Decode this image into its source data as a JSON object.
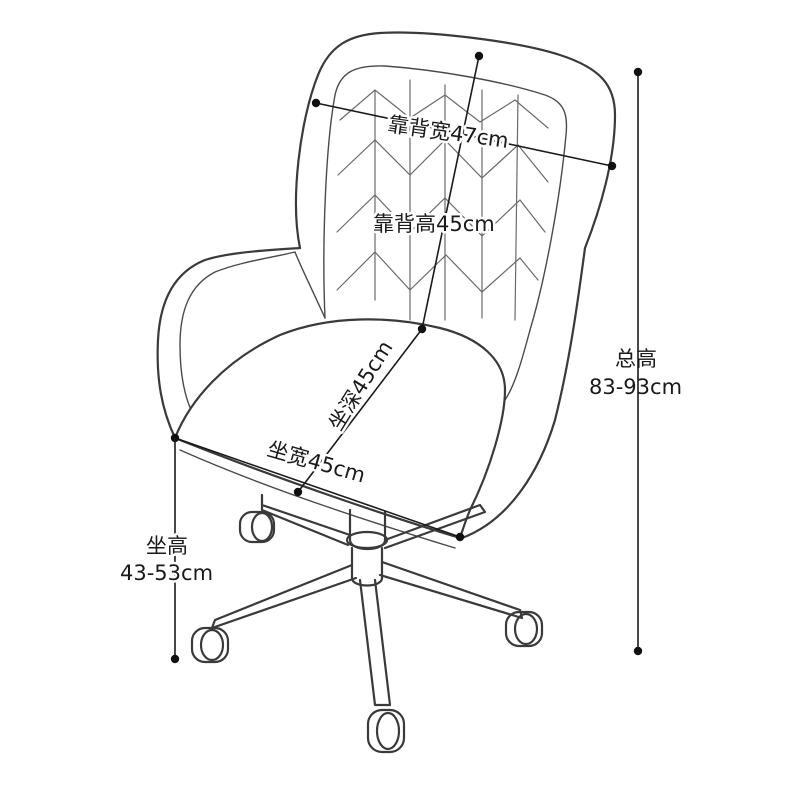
{
  "dimensions": {
    "backrest_width": "靠背宽47cm",
    "backrest_height": "靠背高45cm",
    "seat_depth": "坐深45cm",
    "seat_width": "坐宽45cm",
    "total_height_label": "总高",
    "total_height_value": "83-93cm",
    "seat_height_label": "坐高",
    "seat_height_value": "43-53cm"
  }
}
